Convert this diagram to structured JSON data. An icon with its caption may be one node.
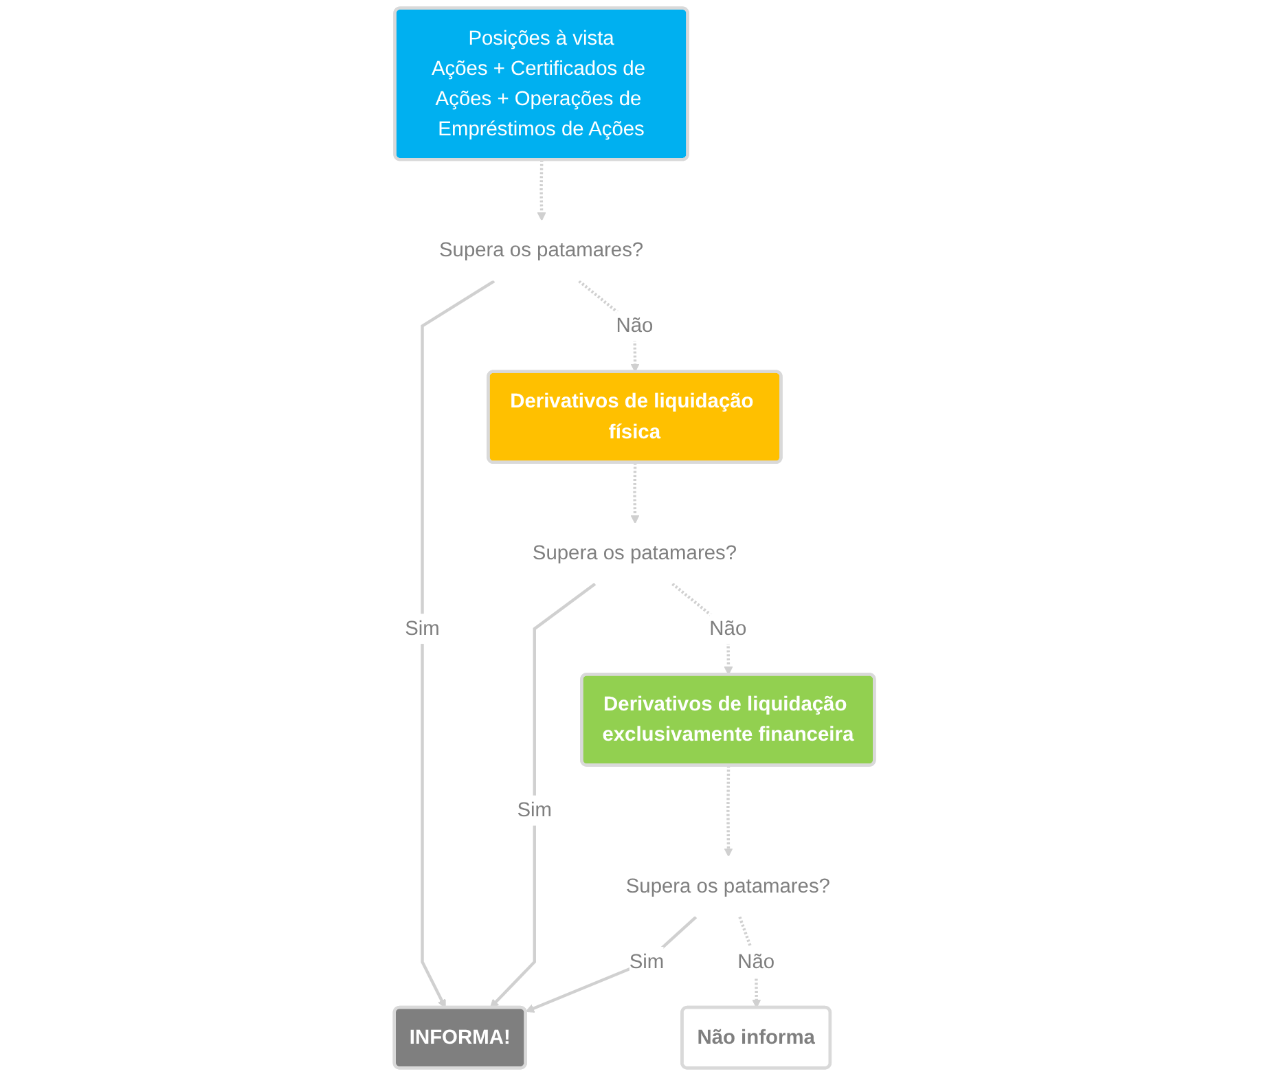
{
  "diagram": {
    "nodes": [
      {
        "text": [
          "Posições à vista",
          "Ações + Certificados de Ações + Operações de Empréstimos de Ações"
        ]
      },
      {
        "text": [
          "Supera os patamares?"
        ]
      },
      {
        "text": [
          "Derivativos de liquidação física"
        ]
      },
      {
        "text": [
          "Supera os patamares?"
        ]
      },
      {
        "text": [
          "INFORMA!"
        ]
      },
      {
        "text": [
          "Derivativos de liquidação exclusivamente financeira"
        ]
      },
      {
        "text": [
          "Supera os patamares?"
        ]
      },
      {
        "text": [
          "Não informa"
        ]
      }
    ],
    "edges": [
      {
        "from": 0,
        "to": 1,
        "arrow": "to",
        "style": "dashed"
      },
      {
        "from": 1,
        "to": 2,
        "arrow": "to",
        "label": "Não",
        "style": "dashed"
      },
      {
        "from": 1,
        "to": 4,
        "arrow": "to",
        "label": "Sim"
      },
      {
        "from": 2,
        "to": 3,
        "arrow": "to",
        "style": "dashed"
      },
      {
        "from": 3,
        "to": 4,
        "arrow": "to",
        "label": "Sim"
      },
      {
        "from": 3,
        "to": 5,
        "arrow": "to",
        "label": "Não",
        "style": "dashed"
      },
      {
        "from": 5,
        "to": 6,
        "arrow": "to",
        "style": "dashed"
      },
      {
        "from": 6,
        "to": 4,
        "arrow": "to",
        "label": "Sim"
      },
      {
        "from": 6,
        "to": 7,
        "arrow": "to",
        "label": "Não",
        "style": "dashed"
      }
    ]
  }
}
